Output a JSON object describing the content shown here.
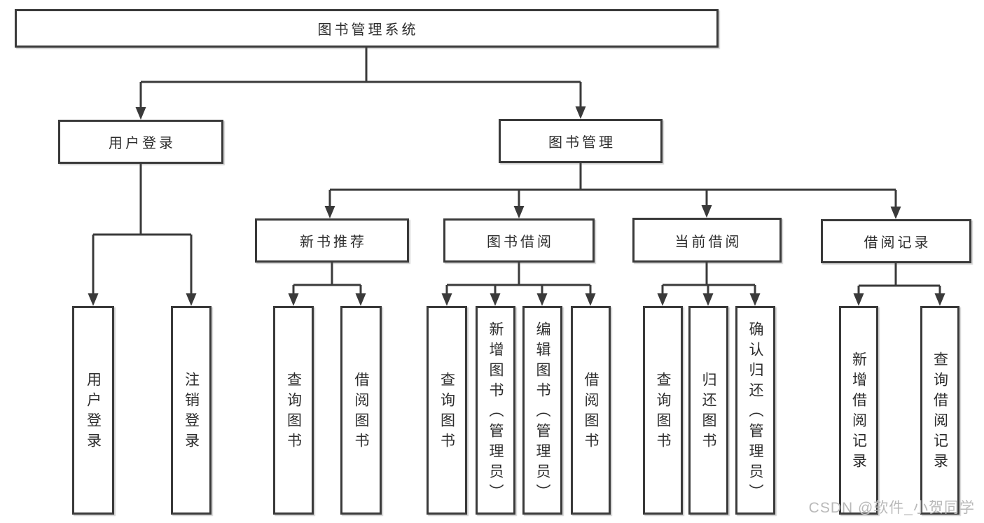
{
  "diagram": {
    "type": "hierarchy-tree",
    "colors": {
      "line": "#3a3a3a",
      "box_border": "#3a3a3a",
      "text": "#2d2d2d",
      "watermark": "#b9b9b9",
      "background": "#ffffff"
    }
  },
  "nodes": {
    "root": "图书管理系统",
    "user_login": "用户登录",
    "book_mgmt": "图书管理",
    "new_book_rec": "新书推荐",
    "book_borrow": "图书借阅",
    "current_borrow": "当前借阅",
    "borrow_record": "借阅记录",
    "leaf_login": "用户登录",
    "leaf_logout": "注销登录",
    "leaf_query_book_1": "查询图书",
    "leaf_borrow_book_1": "借阅图书",
    "leaf_query_book_2": "查询图书",
    "leaf_add_book": "新增图书（管理员）",
    "leaf_edit_book": "编辑图书（管理员）",
    "leaf_borrow_book_2": "借阅图书",
    "leaf_query_book_3": "查询图书",
    "leaf_return_book": "归还图书",
    "leaf_confirm_return": "确认归还（管理员）",
    "leaf_add_record": "新增借阅记录",
    "leaf_query_record": "查询借阅记录"
  },
  "edges": [
    {
      "from": "图书管理系统",
      "to": [
        "用户登录",
        "图书管理"
      ]
    },
    {
      "from": "用户登录",
      "to": [
        "用户登录",
        "注销登录"
      ]
    },
    {
      "from": "图书管理",
      "to": [
        "新书推荐",
        "图书借阅",
        "当前借阅",
        "借阅记录"
      ]
    },
    {
      "from": "新书推荐",
      "to": [
        "查询图书",
        "借阅图书"
      ]
    },
    {
      "from": "图书借阅",
      "to": [
        "查询图书",
        "新增图书（管理员）",
        "编辑图书（管理员）",
        "借阅图书"
      ]
    },
    {
      "from": "当前借阅",
      "to": [
        "查询图书",
        "归还图书",
        "确认归还（管理员）"
      ]
    },
    {
      "from": "借阅记录",
      "to": [
        "新增借阅记录",
        "查询借阅记录"
      ]
    }
  ],
  "watermark": "CSDN @软件_小贺同学"
}
